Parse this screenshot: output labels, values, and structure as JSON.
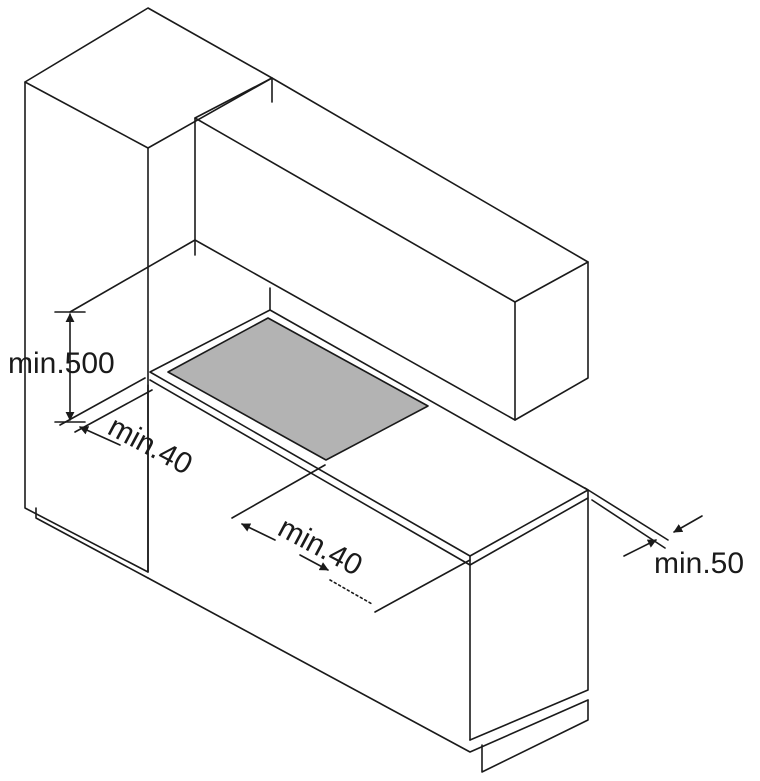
{
  "diagram": {
    "labels": {
      "height_clearance": "min.500",
      "left_side_clearance": "min.40",
      "front_clearance": "min.40",
      "back_clearance": "min.50"
    },
    "colors": {
      "line": "#1a1a1a",
      "hob_surface": "#b3b3b3",
      "background": "#ffffff"
    }
  }
}
